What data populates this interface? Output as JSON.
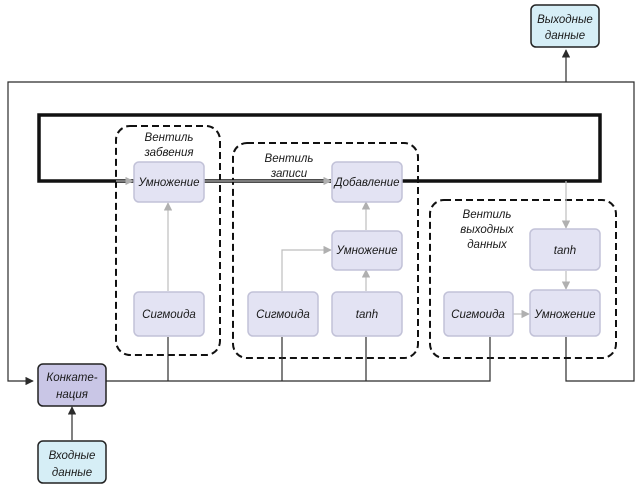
{
  "diagram": {
    "nodes": {
      "output": [
        "Выходные",
        "данные"
      ],
      "input": [
        "Входные",
        "данные"
      ],
      "concat": [
        "Конкате-",
        "нация"
      ],
      "forget_mult": "Умножение",
      "forget_sigmoid": "Сигмоида",
      "write_add": "Добавление",
      "write_mult": "Умножение",
      "write_sigmoid": "Сигмоида",
      "write_tanh": "tanh",
      "out_tanh": "tanh",
      "out_sigmoid": "Сигмоида",
      "out_mult": "Умножение"
    },
    "gates": {
      "forget": [
        "Вентиль",
        "забвения"
      ],
      "write": [
        "Вентиль",
        "записи"
      ],
      "output": [
        "Вентиль",
        "выходных",
        "данных"
      ]
    },
    "colors": {
      "op_box_fill": "#e3e3f3",
      "op_box_stroke": "#c2c2d8",
      "io_box_fill": "#d6eef6",
      "concat_fill": "#c9c6e6",
      "line": "#2b2b2b",
      "arrow_light": "#bdbdbd"
    }
  }
}
